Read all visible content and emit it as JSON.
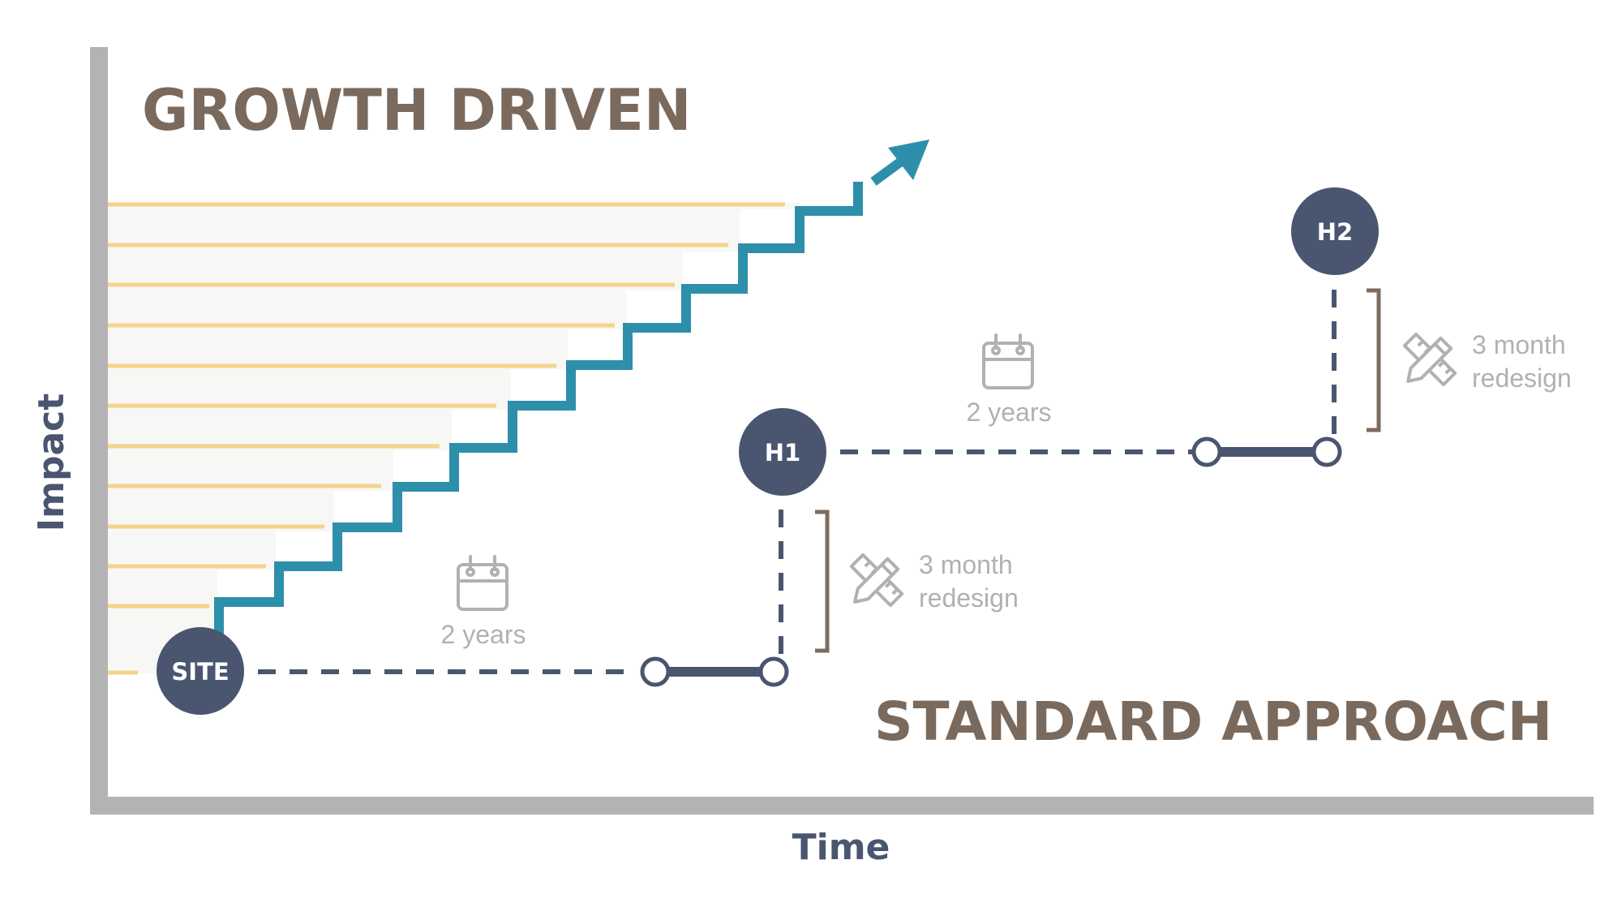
{
  "headings": {
    "growth": "GROWTH DRIVEN",
    "standard": "STANDARD APPROACH"
  },
  "axes": {
    "y_label": "Impact",
    "x_label": "Time"
  },
  "nodes": {
    "site": "SITE",
    "h1": "H1",
    "h2": "H2"
  },
  "durations": {
    "first": "2 years",
    "second": "2 years"
  },
  "redesign": {
    "first": {
      "line1": "3 month",
      "line2": "redesign"
    },
    "second": {
      "line1": "3 month",
      "line2": "redesign"
    }
  },
  "icons": {
    "calendar": "calendar-icon",
    "design-tools": "pencil-ruler-icon",
    "arrow": "growth-arrow-icon"
  },
  "colors": {
    "growth_staircase": "#2e8fab",
    "growth_lines": "#f4d38b",
    "growth_fill": "#f7f7f5",
    "nodes": "#4a5670",
    "headings": "#7a6a5d",
    "axes": "#b3b3b3",
    "muted_text": "#b1b1b1",
    "bracket": "#7d6b5e"
  }
}
